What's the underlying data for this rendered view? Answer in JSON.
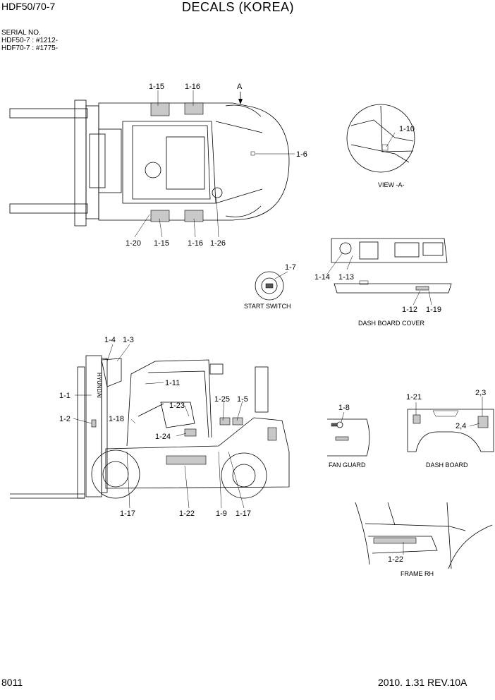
{
  "header": {
    "model": "HDF50/70-7",
    "title": "DECALS (KOREA)",
    "serial_label": "SERIAL NO.",
    "serial_lines": [
      "HDF50-7 : #1212-",
      "HDF70-7 : #1775-"
    ]
  },
  "footer": {
    "page_number": "8011",
    "date_rev": "2010. 1.31  REV.10A"
  },
  "captions": {
    "view_a": "VIEW  -A-",
    "start_switch": "START SWITCH",
    "dash_board_cover": "DASH BOARD COVER",
    "fan_guard": "FAN GUARD",
    "dash_board": "DASH BOARD",
    "frame_rh": "FRAME RH"
  },
  "callouts": {
    "a": "A",
    "c1_15a": "1-15",
    "c1_16a": "1-16",
    "c1_6": "1-6",
    "c1_20": "1-20",
    "c1_15b": "1-15",
    "c1_16b": "1-16",
    "c1_26": "1-26",
    "c1_10": "1-10",
    "c1_7": "1-7",
    "c1_14": "1-14",
    "c1_13": "1-13",
    "c1_12": "1-12",
    "c1_19": "1-19",
    "c1_4": "1-4",
    "c1_3": "1-3",
    "c1_11": "1-11",
    "c1_1": "1-1",
    "c1_23": "1-23",
    "c1_25": "1-25",
    "c1_5": "1-5",
    "c1_2": "1-2",
    "c1_18": "1-18",
    "c1_24": "1-24",
    "c1_17a": "1-17",
    "c1_22a": "1-22",
    "c1_9": "1-9",
    "c1_17b": "1-17",
    "c1_8": "1-8",
    "c1_21": "1-21",
    "c2_3": "2,3",
    "c2_4": "2,4",
    "c1_22b": "1-22"
  },
  "decal_text": {
    "mast_brand": "HYUNDAI"
  }
}
